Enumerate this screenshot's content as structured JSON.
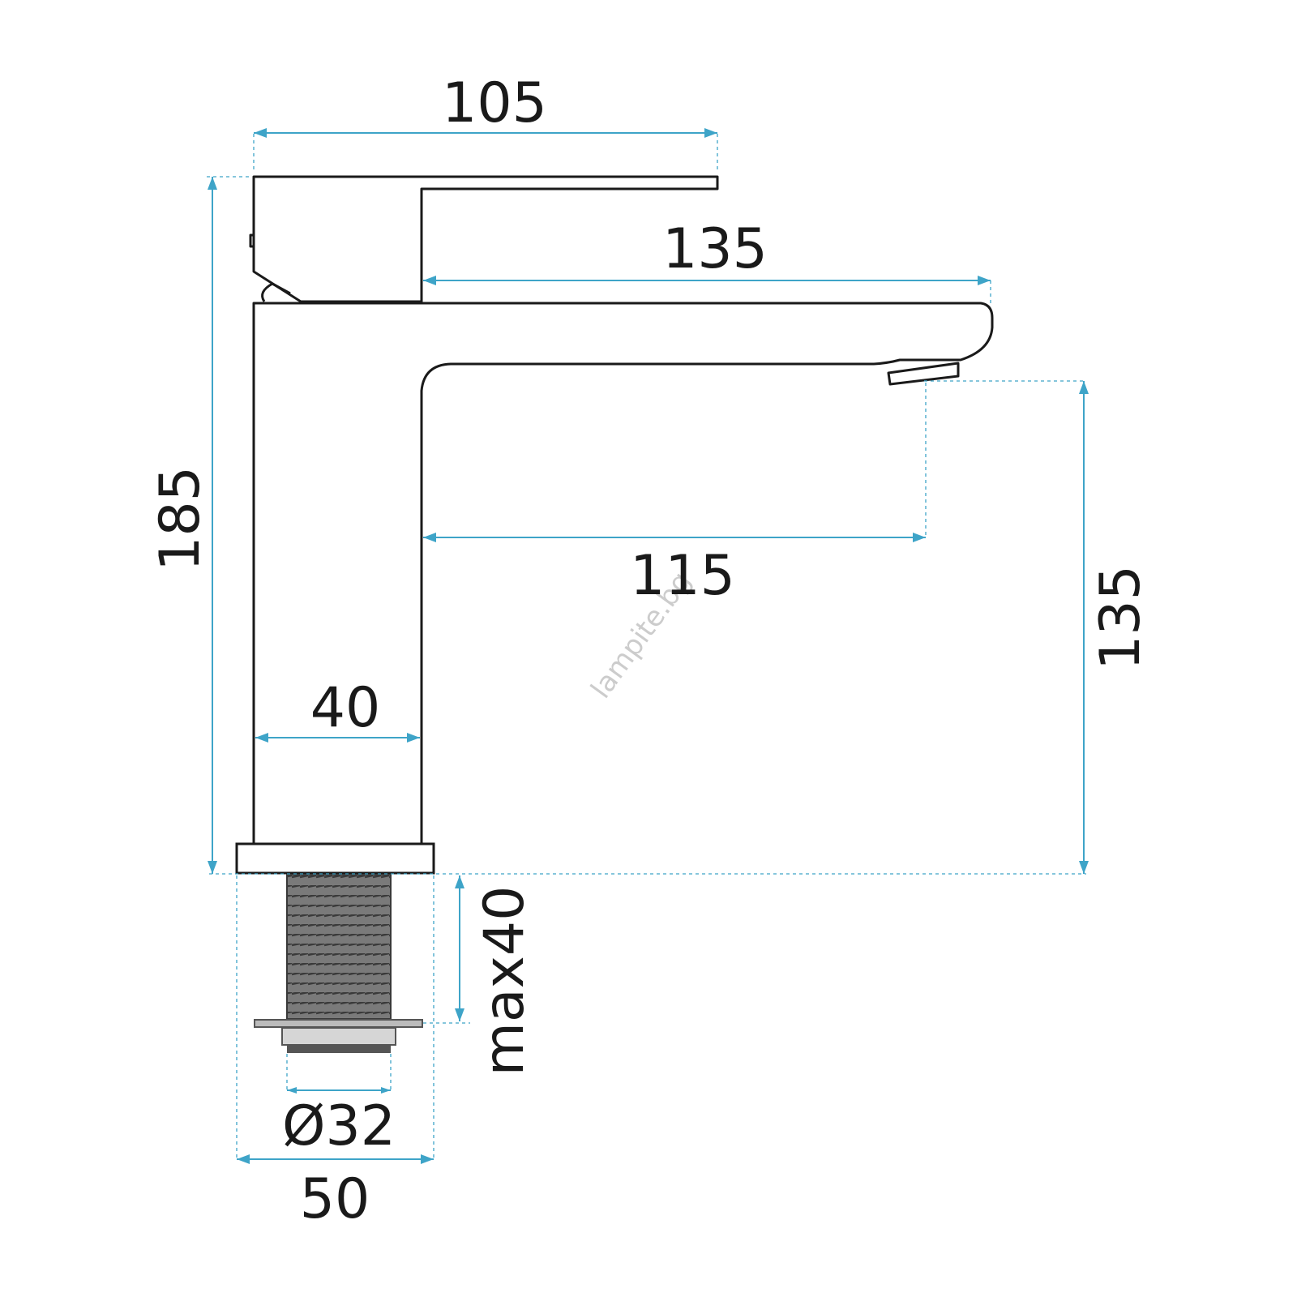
{
  "dimensions": {
    "handle_width": "105",
    "total_height": "185",
    "spout_reach": "135",
    "spout_inner_reach": "115",
    "outlet_height": "135",
    "body_width": "40",
    "base_width": "50",
    "thread_diameter": "Ø32",
    "max_thickness": "max40"
  },
  "watermark": "lampite.bg",
  "colors": {
    "outline": "#1a1a1a",
    "dimension": "#3ea4c8",
    "thread": "#6e6e6e"
  }
}
